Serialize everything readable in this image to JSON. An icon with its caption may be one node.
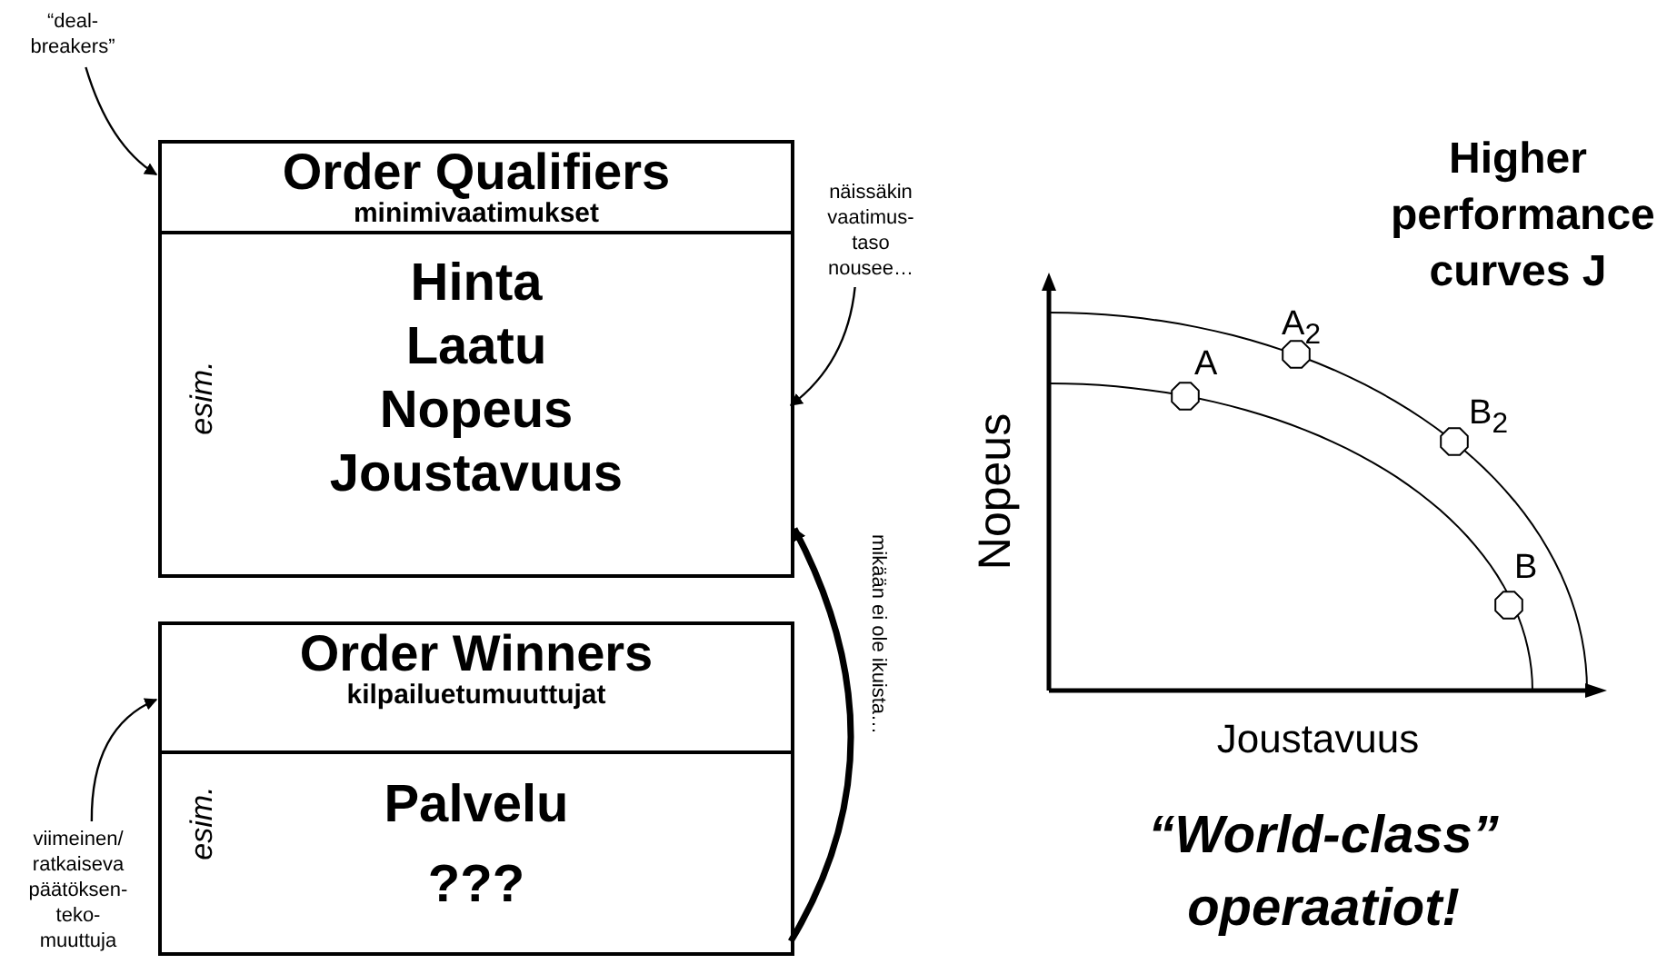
{
  "diagram": {
    "nodes": [
      {
        "text": [
          "Order Qualifiers",
          "minimivaatimukset"
        ]
      },
      {
        "text": [
          "esim.",
          "Hinta",
          "Laatu",
          "Nopeus",
          "Joustavuus"
        ],
        "in": 0
      },
      {
        "text": [
          "“deal- breakers”"
        ]
      },
      {
        "text": [
          "näissäkin vaatimus- taso nousee…"
        ]
      },
      {
        "text": [
          "Order Winners",
          "kilpailuetumuuttujat"
        ]
      },
      {
        "text": [
          "esim.",
          "Palvelu",
          "???"
        ],
        "in": 4
      },
      {
        "text": [
          "viimeinen/ ratkaiseva päätöksen- teko- muuttuja"
        ]
      }
    ],
    "edges": [
      {
        "from": 2,
        "to": 0,
        "arrow": "to"
      },
      {
        "from": 3,
        "to": 1,
        "arrow": "to"
      },
      {
        "from": 6,
        "to": 4,
        "arrow": "to"
      },
      {
        "from": 5,
        "to": 1,
        "arrow": "to",
        "style": "thick",
        "label": "mikään ei ole ikuista…"
      }
    ],
    "labels": [
      "Higher performance curves J",
      "Nopeus",
      "Joustavuus",
      "A",
      "A$_{2}$",
      "B$_{2}$",
      "B",
      "“World-class” operaatiot!"
    ]
  }
}
